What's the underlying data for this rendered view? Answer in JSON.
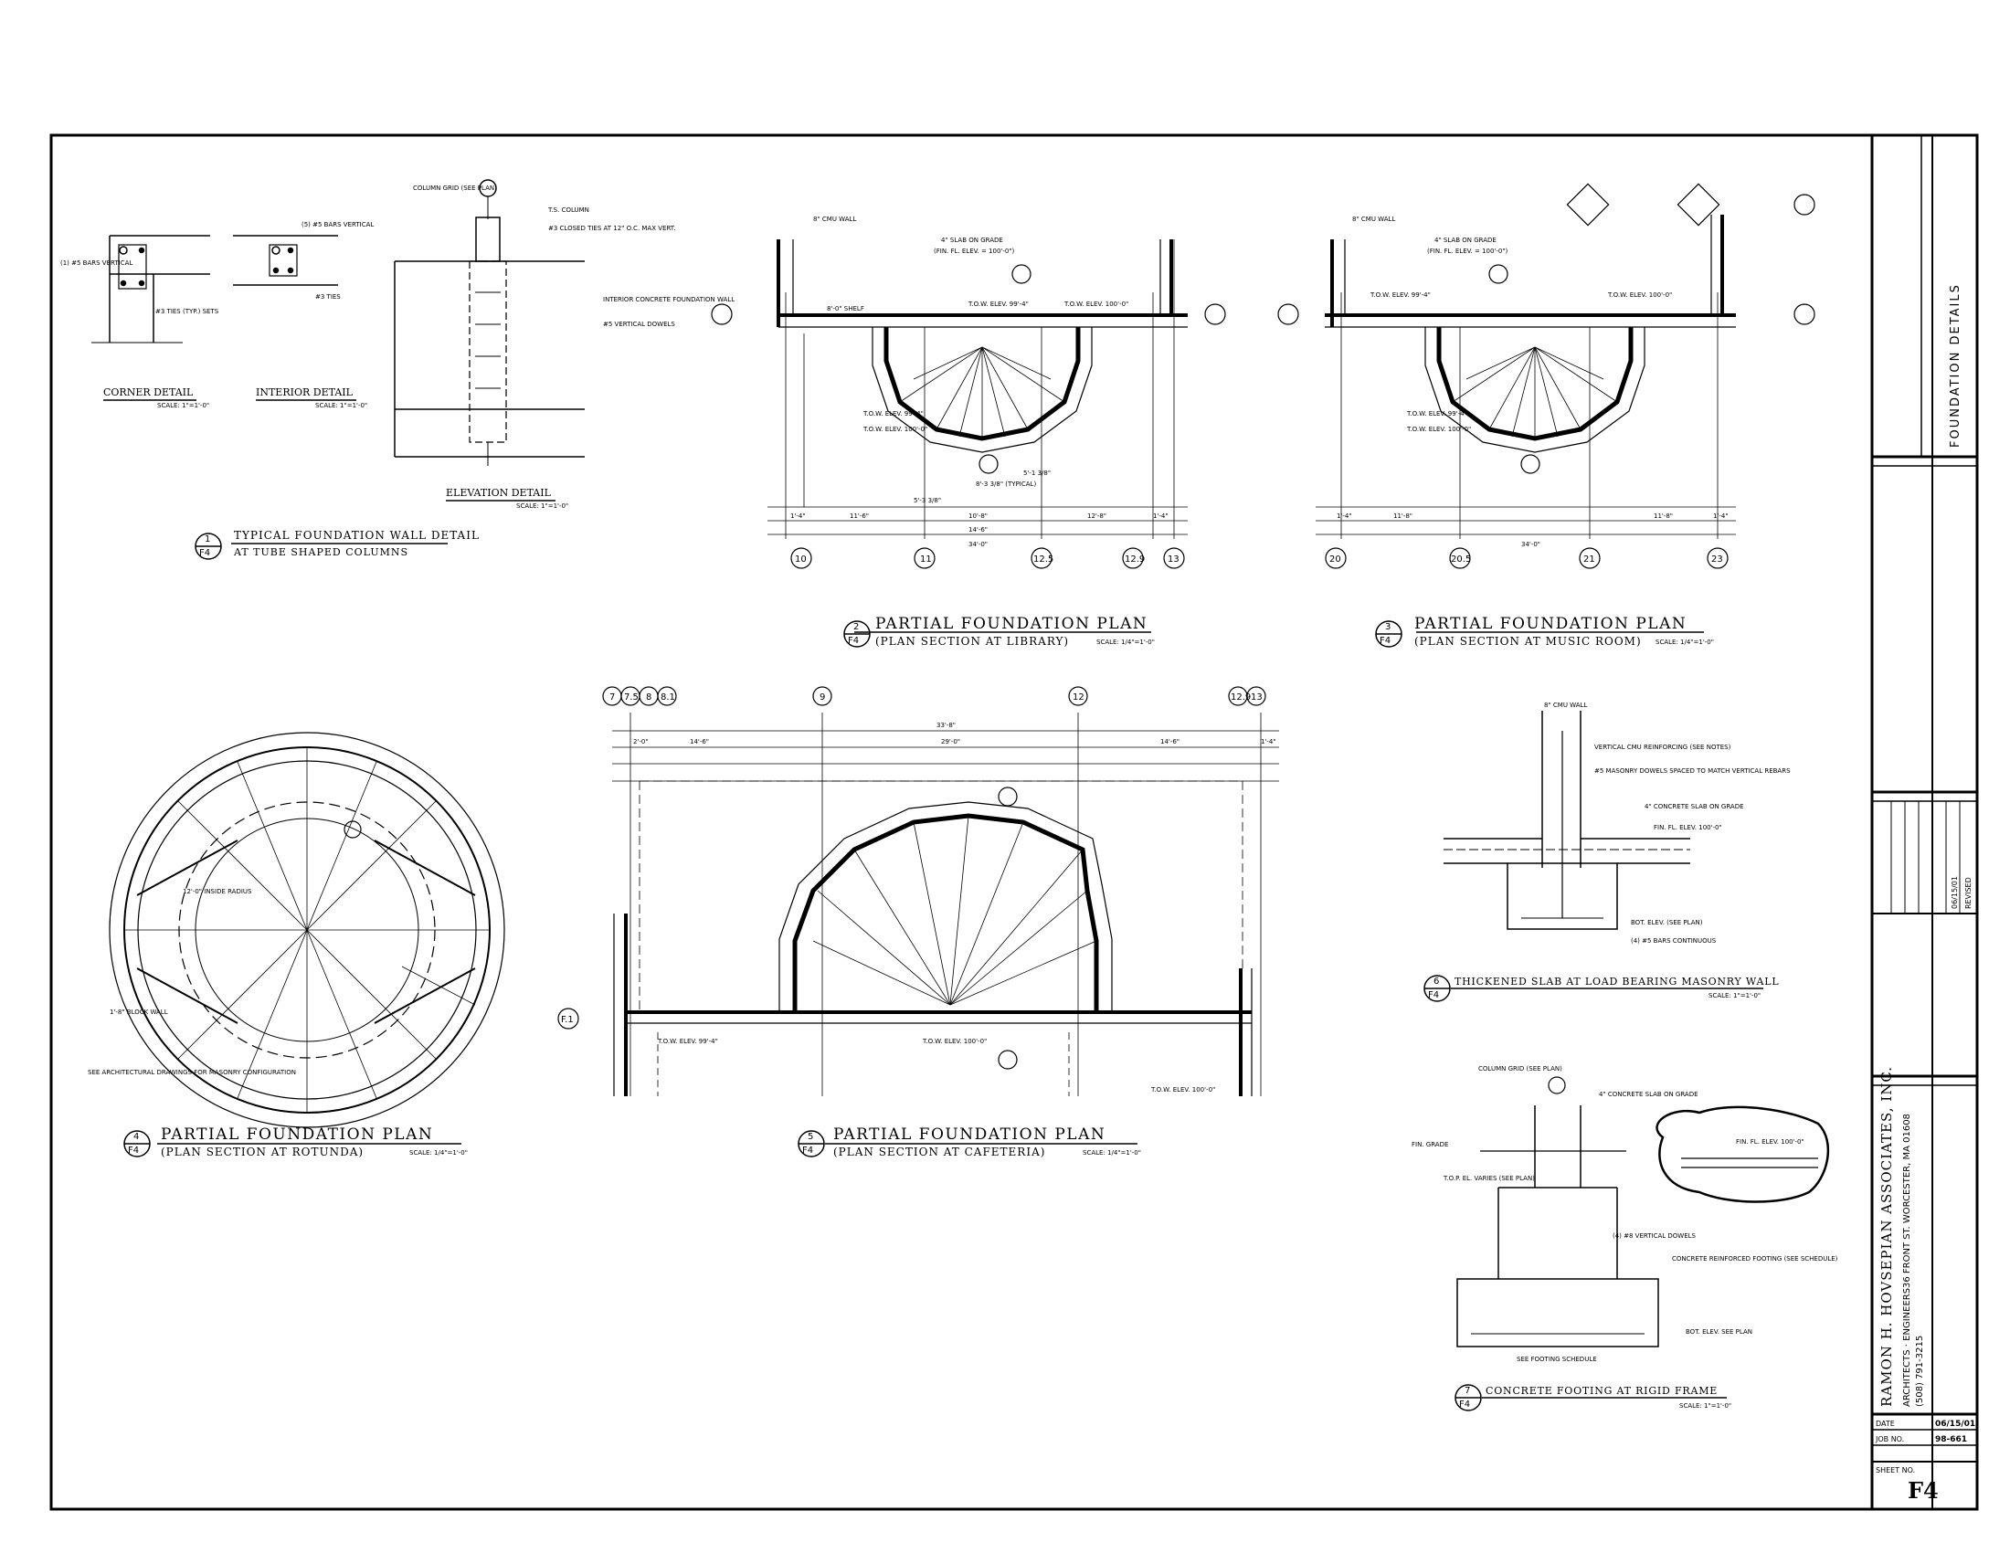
{
  "titles": {
    "d1": {
      "num": "1",
      "sheet": "F4",
      "line1": "TYPICAL FOUNDATION WALL DETAIL",
      "line2": "AT TUBE SHAPED COLUMNS"
    },
    "d2": {
      "num": "2",
      "sheet": "F4",
      "title": "PARTIAL FOUNDATION PLAN",
      "sub": "(PLAN SECTION AT LIBRARY)",
      "scale": "SCALE: 1/4\"=1'-0\""
    },
    "d3": {
      "num": "3",
      "sheet": "F4",
      "title": "PARTIAL FOUNDATION PLAN",
      "sub": "(PLAN SECTION AT MUSIC ROOM)",
      "scale": "SCALE: 1/4\"=1'-0\""
    },
    "d4": {
      "num": "4",
      "sheet": "F4",
      "title": "PARTIAL FOUNDATION PLAN",
      "sub": "(PLAN SECTION AT ROTUNDA)",
      "scale": "SCALE: 1/4\"=1'-0\""
    },
    "d5": {
      "num": "5",
      "sheet": "F4",
      "title": "PARTIAL FOUNDATION PLAN",
      "sub": "(PLAN SECTION AT CAFETERIA)",
      "scale": "SCALE: 1/4\"=1'-0\""
    },
    "d6": {
      "num": "6",
      "sheet": "F4",
      "title": "THICKENED SLAB AT LOAD BEARING MASONRY WALL",
      "scale": "SCALE: 1\"=1'-0\""
    },
    "d7": {
      "num": "7",
      "sheet": "F4",
      "title": "CONCRETE FOOTING AT RIGID FRAME",
      "scale": "SCALE: 1\"=1'-0\""
    }
  },
  "details": {
    "corner": {
      "label": "CORNER DETAIL",
      "scale": "SCALE: 1\"=1'-0\"",
      "note1": "(1) #5 BARS VERTICAL",
      "note2": "#3 TIES (TYP.) SETS"
    },
    "interior": {
      "label": "INTERIOR DETAIL",
      "scale": "SCALE: 1\"=1'-0\"",
      "note1": "(5) #5 BARS VERTICAL",
      "note2": "#3 TIES"
    },
    "elevation": {
      "label": "ELEVATION DETAIL",
      "scale": "SCALE: 1\"=1'-0\"",
      "note1": "COLUMN GRID (SEE PLAN)",
      "note2": "T.S. COLUMN",
      "note3": "#3 CLOSED TIES AT 12\" O.C. MAX VERT.",
      "note4": "INTERIOR CONCRETE FOUNDATION WALL",
      "note5": "#5 VERTICAL DOWELS"
    }
  },
  "plan2": {
    "note_slab": "4\" SLAB ON GRADE",
    "note_elev": "(FIN. FL. ELEV. = 100'-0\")",
    "grid": [
      "10",
      "11",
      "12.5",
      "12.9",
      "13"
    ],
    "dims": [
      "1'-4\"",
      "11'-6\"",
      "10'-8\"",
      "12'-8\"",
      "14'-6\"",
      "34'-0\"",
      "1'-4\""
    ],
    "labels": [
      "T.O.W. ELEV. 99'-4\"",
      "T.O.W. ELEV. 100'-0\"",
      "8\" CMU WALL",
      "8'-0\" SHELF",
      "5'-3 3/8\"",
      "5'-1 3/8\"",
      "8'-3 3/8\" (TYPICAL)"
    ]
  },
  "plan3": {
    "note_slab": "4\" SLAB ON GRADE",
    "note_elev": "(FIN. FL. ELEV. = 100'-0\")",
    "grid": [
      "20",
      "20.5",
      "21",
      "23"
    ],
    "dims": [
      "1'-4\"",
      "11'-8\"",
      "11'-8\"",
      "34'-0\"",
      "1'-4\""
    ],
    "labels": [
      "T.O.W. ELEV. 99'-4\"",
      "T.O.W. ELEV. 100'-0\"",
      "T.O.W. ELEV. 100'-0\"",
      "8\" CMU WALL"
    ]
  },
  "plan4": {
    "labels": [
      "12'-0\" INSIDE RADIUS",
      "SEE ARCHITECTURAL DRAWINGS FOR MASONRY CONFIGURATION",
      "1'-8\" BLOCK WALL"
    ]
  },
  "plan5": {
    "grid_top": [
      "7",
      "7.5",
      "8",
      "8.1",
      "9",
      "12",
      "12.9",
      "13"
    ],
    "grid_left": "F.1",
    "dims": [
      "33'-8\"",
      "2'-0\"",
      "14'-6\"",
      "29'-0\"",
      "14'-6\"",
      "1'-4\""
    ],
    "labels": [
      "T.O.W. ELEV. 99'-4\"",
      "T.O.W. ELEV. 100'-0\"",
      "T.O.W. ELEV. 100'-0\""
    ]
  },
  "det6": {
    "labels": [
      "8\" CMU WALL",
      "VERTICAL CMU REINFORCING (SEE NOTES)",
      "#5 MASONRY DOWELS SPACED TO MATCH VERTICAL REBARS",
      "4\" CONCRETE SLAB ON GRADE",
      "FIN. FL. ELEV. 100'-0\"",
      "BOT. ELEV. (SEE PLAN)",
      "(4) #5 BARS CONTINUOUS"
    ]
  },
  "det7": {
    "labels": [
      "COLUMN GRID (SEE PLAN)",
      "FIN. GRADE",
      "T.O.P. EL. VARIES (SEE PLAN)",
      "4\" CONCRETE SLAB ON GRADE",
      "FIN. FL. ELEV. 100'-0\"",
      "(4) #8 VERTICAL DOWELS",
      "CONCRETE REINFORCED FOOTING (SEE SCHEDULE)",
      "BOT. ELEV. SEE PLAN",
      "SEE FOOTING SCHEDULE"
    ]
  },
  "titleblock": {
    "sheet_title": "FOUNDATION DETAILS",
    "firm": "RAMON H. HOVSEPIAN ASSOCIATES, INC.",
    "firm_line2": "ARCHITECTS  ·  ENGINEERS",
    "address": "36 FRONT ST. WORCESTER, MA 01608",
    "phone": "(508) 791-3215",
    "date_label": "DATE",
    "date_value": "06/15/01",
    "job_label": "JOB NO.",
    "job_value": "98-661",
    "sheet_label": "SHEET NO.",
    "sheet_value": "F4",
    "rev1": "06/15/01",
    "rev2": "REVISED"
  }
}
